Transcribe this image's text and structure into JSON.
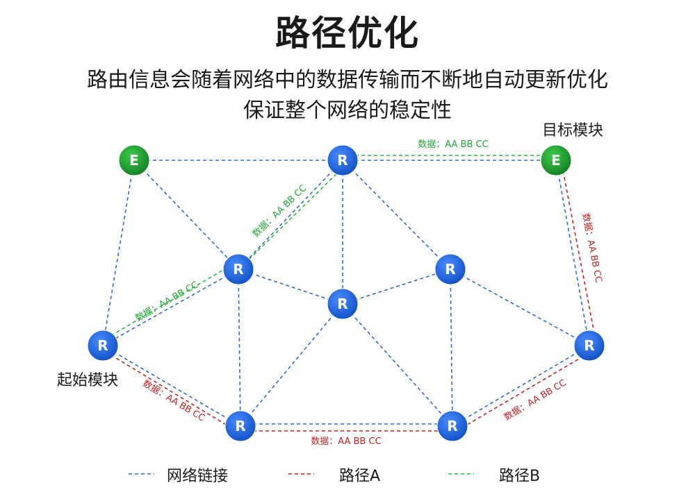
{
  "title": "路径优化",
  "subtitle_line1": "路由信息会随着网络中的数据传输而不断地自动更新优化",
  "subtitle_line2": "保证整个网络的稳定性",
  "start_module_label": "起始模块",
  "target_module_label": "目标模块",
  "node_letter_router": "R",
  "node_letter_end": "E",
  "data_label": "数据：AA BB CC",
  "legend": {
    "network": "网络链接",
    "path_a": "路径A",
    "path_b": "路径B"
  },
  "colors": {
    "network_link": "#2a6bd9",
    "path_a": "#cc1f1f",
    "path_b": "#1fbf38",
    "router_node": "#1a66e0",
    "end_node": "#1f9e2f"
  }
}
